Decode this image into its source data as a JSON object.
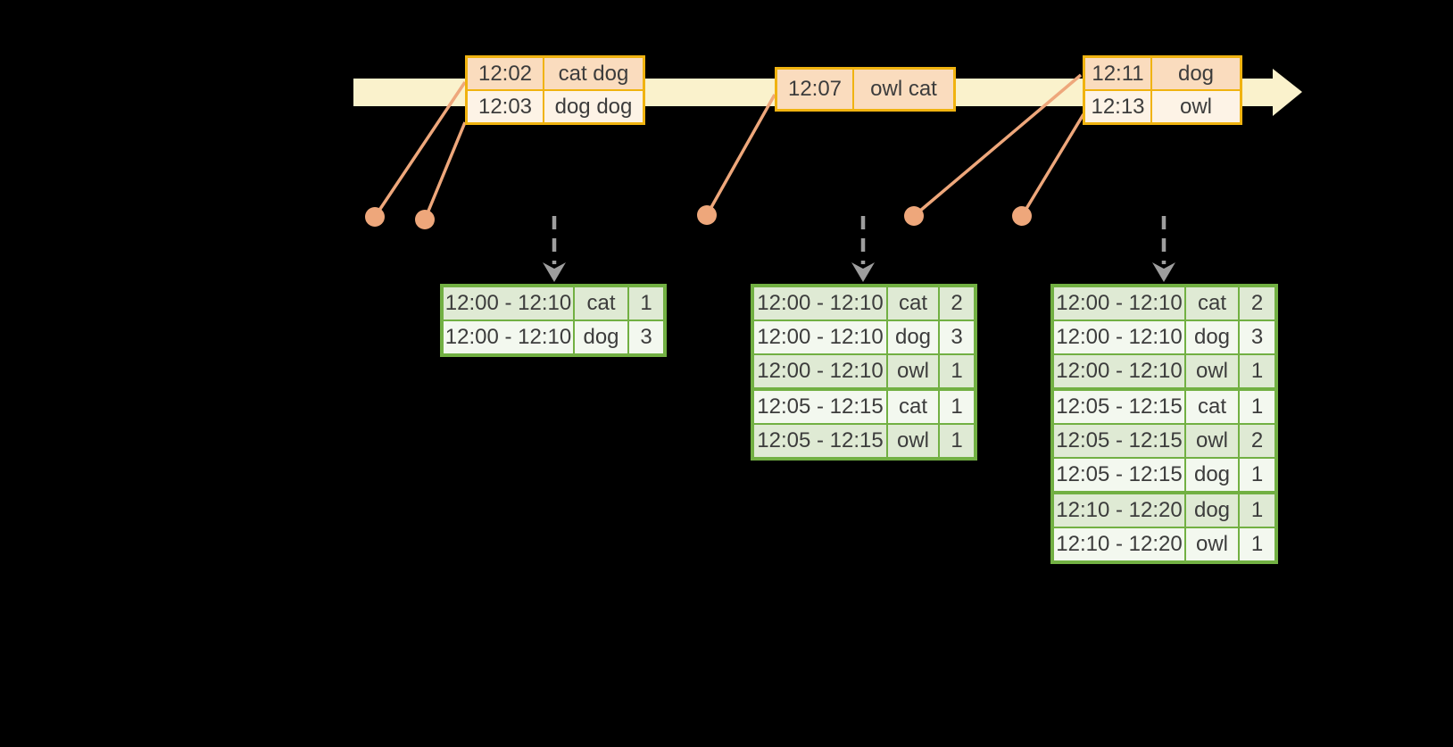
{
  "colors": {
    "background": "#000000",
    "timeline_fill": "#faf2cc",
    "event_table_border": "#f0b310",
    "event_row_dark": "#fadcbe",
    "event_row_light": "#fdf3e6",
    "connector_salmon": "#eea77b",
    "trigger_arrow_gray": "#9e9e9e",
    "result_table_border": "#72b043",
    "result_row_dark": "#dfead4",
    "result_row_light": "#f3f8ef",
    "text": "#3c3c3c"
  },
  "event_tables": [
    {
      "rows": [
        {
          "time": "12:02",
          "words": "cat dog"
        },
        {
          "time": "12:03",
          "words": "dog dog"
        }
      ]
    },
    {
      "rows": [
        {
          "time": "12:07",
          "words": "owl cat"
        }
      ]
    },
    {
      "rows": [
        {
          "time": "12:11",
          "words": "dog"
        },
        {
          "time": "12:13",
          "words": "owl"
        }
      ]
    }
  ],
  "result_tables": [
    {
      "rows": [
        {
          "window": "12:00 - 12:10",
          "word": "cat",
          "count": 1
        },
        {
          "window": "12:00 - 12:10",
          "word": "dog",
          "count": 3
        }
      ]
    },
    {
      "rows": [
        {
          "window": "12:00 - 12:10",
          "word": "cat",
          "count": 2
        },
        {
          "window": "12:00 - 12:10",
          "word": "dog",
          "count": 3
        },
        {
          "window": "12:00 - 12:10",
          "word": "owl",
          "count": 1
        },
        {
          "window": "12:05 - 12:15",
          "word": "cat",
          "count": 1
        },
        {
          "window": "12:05 - 12:15",
          "word": "owl",
          "count": 1
        }
      ]
    },
    {
      "rows": [
        {
          "window": "12:00 - 12:10",
          "word": "cat",
          "count": 2
        },
        {
          "window": "12:00 - 12:10",
          "word": "dog",
          "count": 3
        },
        {
          "window": "12:00 - 12:10",
          "word": "owl",
          "count": 1
        },
        {
          "window": "12:05 - 12:15",
          "word": "cat",
          "count": 1
        },
        {
          "window": "12:05 - 12:15",
          "word": "owl",
          "count": 2
        },
        {
          "window": "12:05 - 12:15",
          "word": "dog",
          "count": 1
        },
        {
          "window": "12:10 - 12:20",
          "word": "dog",
          "count": 1
        },
        {
          "window": "12:10 - 12:20",
          "word": "owl",
          "count": 1
        }
      ]
    }
  ]
}
